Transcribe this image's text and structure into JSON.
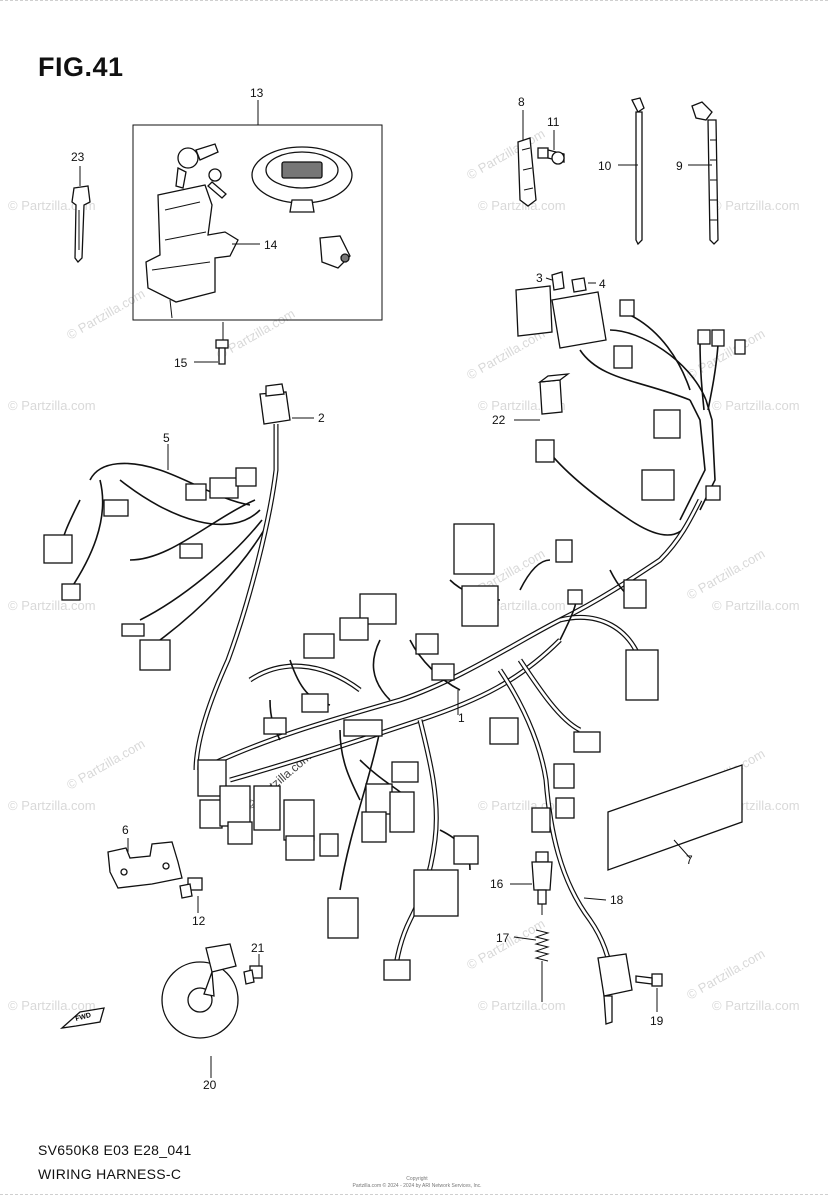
{
  "figure": {
    "title": "FIG.41"
  },
  "footer": {
    "model_code": "SV650K8 E03 E28_041",
    "section_title": "WIRING HARNESS-C"
  },
  "copyright": {
    "line1": "Copyright",
    "line2": "Partzilla.com © 2024 - 2024 by ARI Network Services, Inc."
  },
  "watermark": {
    "text": "© Partzilla.com"
  },
  "forward_arrow": {
    "label": "FWD"
  },
  "callouts": {
    "c1": "1",
    "c2": "2",
    "c3": "3",
    "c4": "4",
    "c5": "5",
    "c6": "6",
    "c7": "7",
    "c8": "8",
    "c9": "9",
    "c10": "10",
    "c11": "11",
    "c12": "12",
    "c13": "13",
    "c14": "14",
    "c15": "15",
    "c16": "16",
    "c17": "17",
    "c18": "18",
    "c19": "19",
    "c20": "20",
    "c21": "21",
    "c22": "22",
    "c23": "23"
  }
}
